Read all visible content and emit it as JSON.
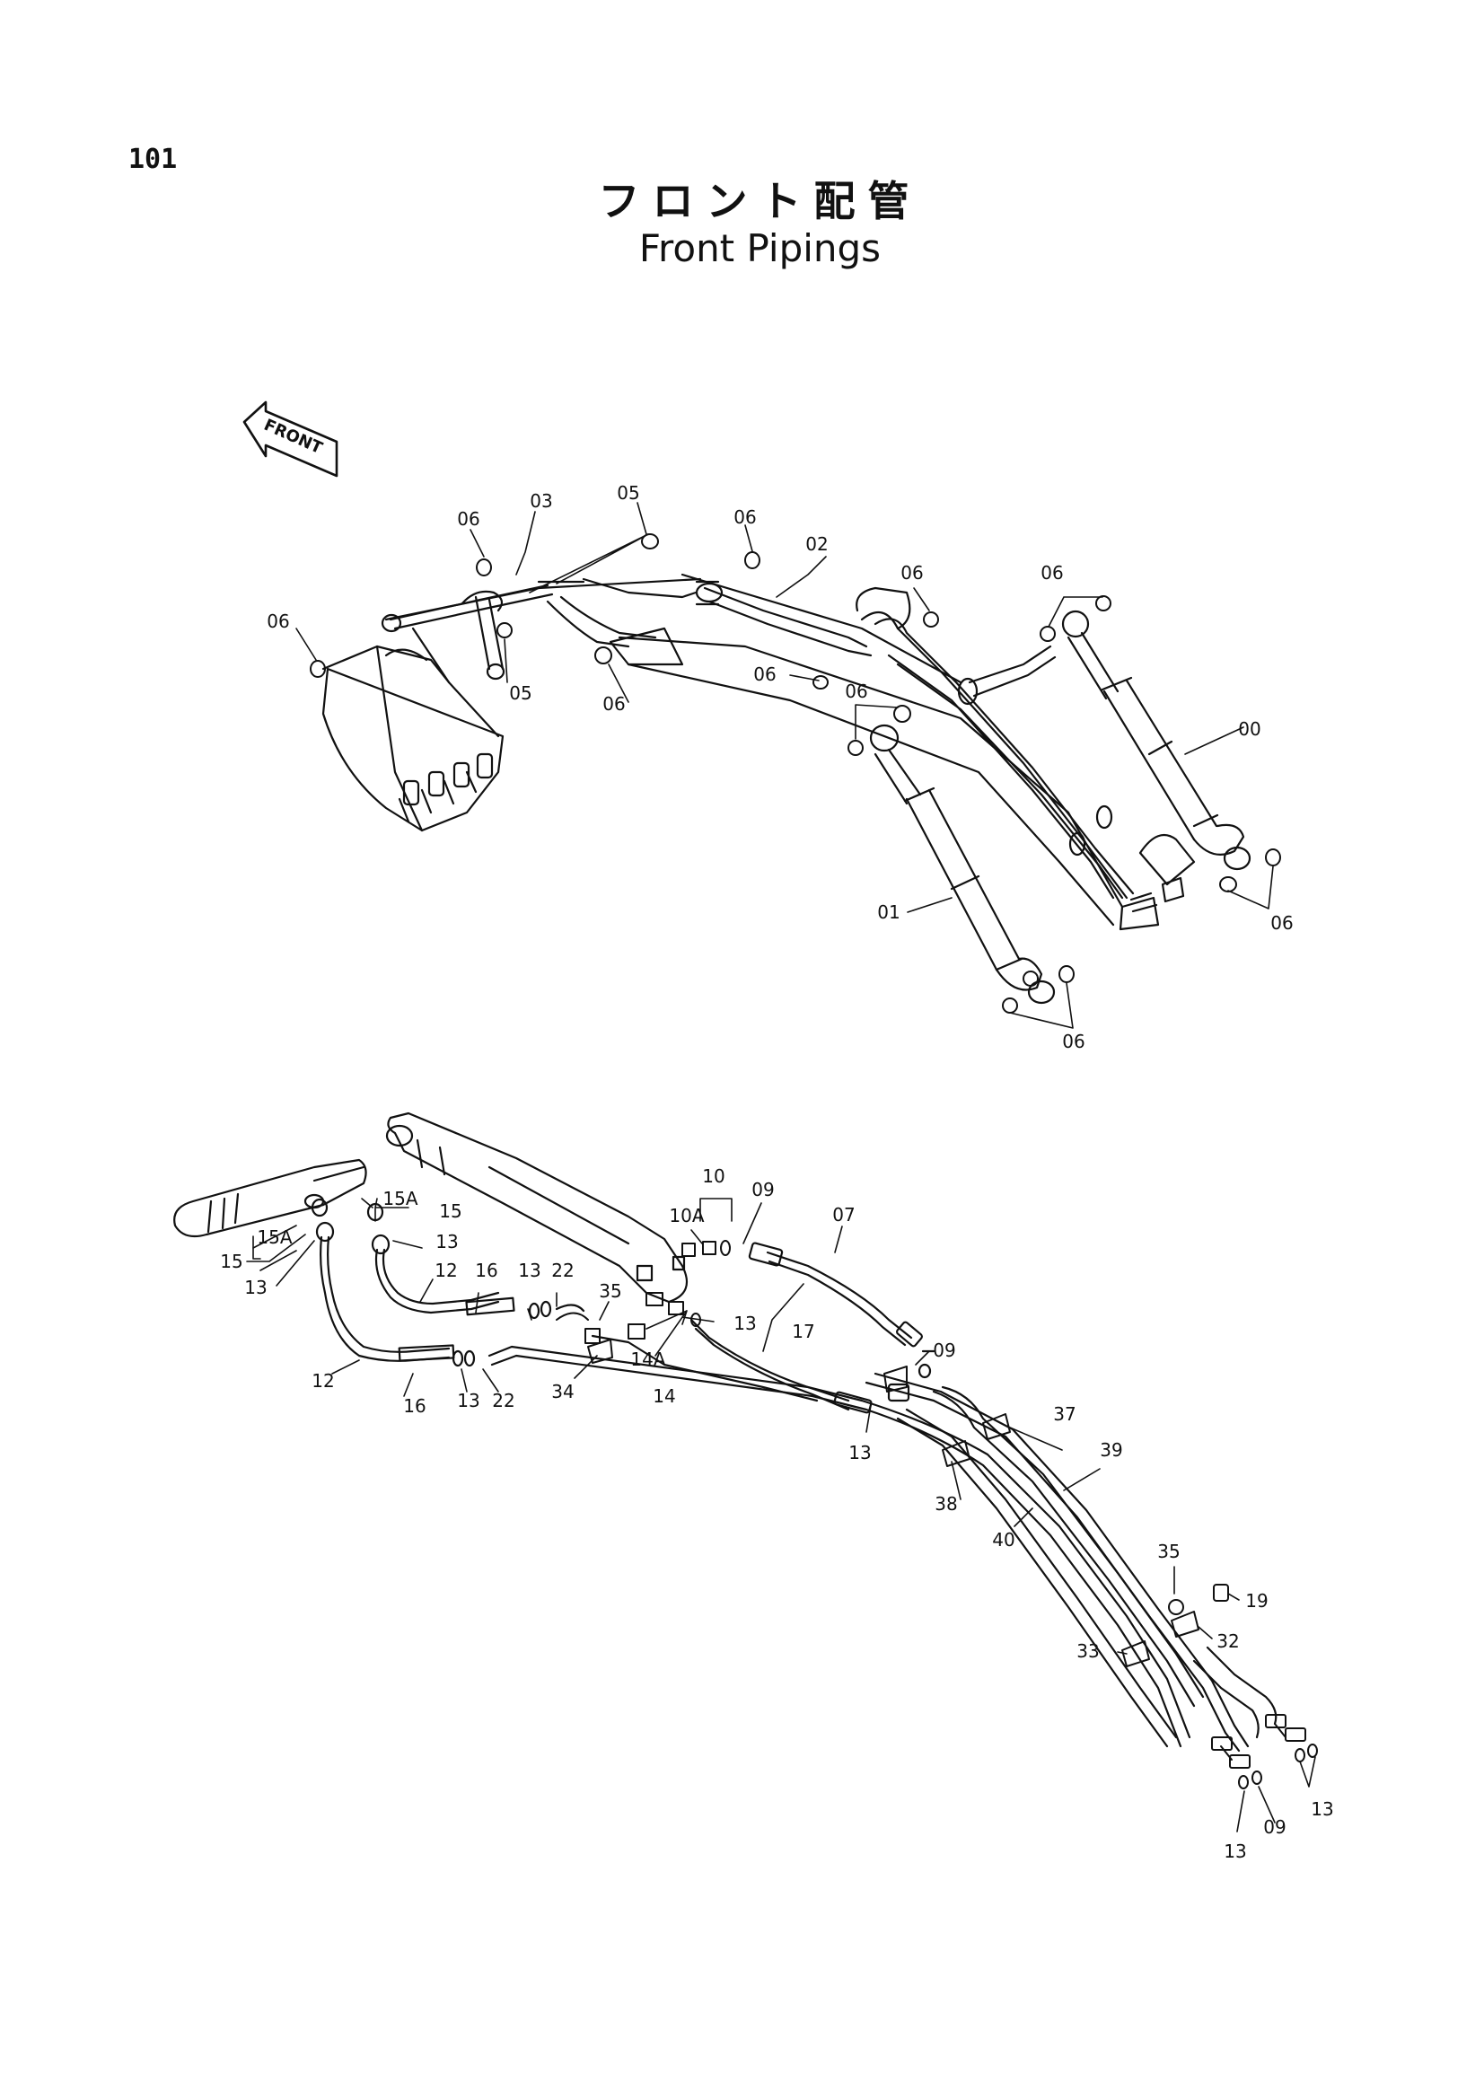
{
  "header": {
    "page_number": "101",
    "title_jp": "フロント配管",
    "title_en": "Front Pipings"
  },
  "front_marker": {
    "label": "FRONT"
  },
  "upper_labels": [
    "06",
    "03",
    "05",
    "06",
    "02",
    "06",
    "06",
    "06",
    "05",
    "06",
    "06",
    "06",
    "00",
    "01",
    "06",
    "06"
  ],
  "lower_labels": [
    "10",
    "10A",
    "09",
    "07",
    "15A",
    "15",
    "15A",
    "15",
    "13",
    "13",
    "12",
    "16",
    "13",
    "22",
    "35",
    "13",
    "14A",
    "14",
    "17",
    "09",
    "12",
    "16",
    "13",
    "22",
    "34",
    "13",
    "37",
    "39",
    "38",
    "40",
    "35",
    "19",
    "32",
    "33",
    "13",
    "09",
    "13"
  ]
}
